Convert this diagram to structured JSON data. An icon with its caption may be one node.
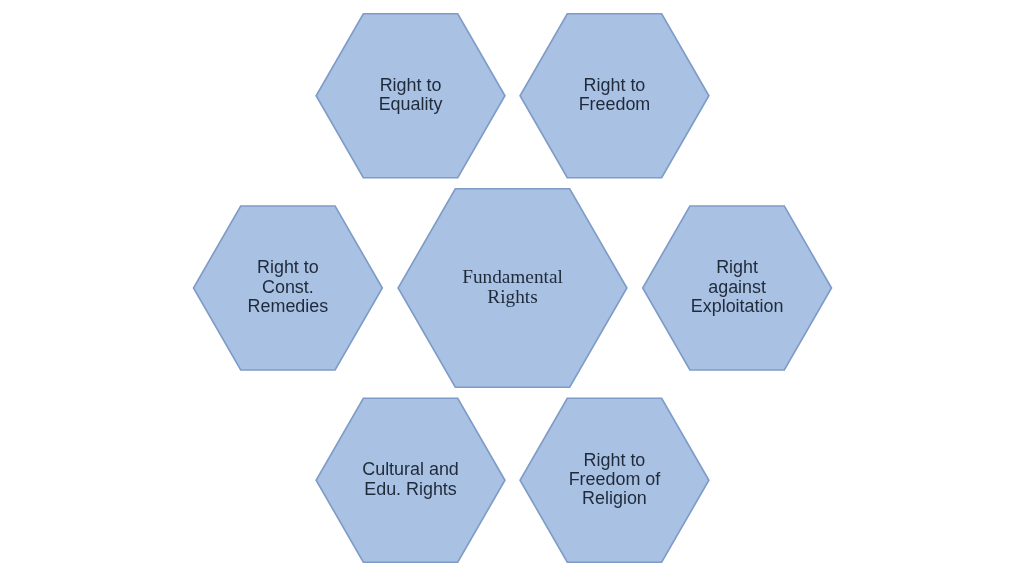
{
  "diagram": {
    "nodes": [
      {
        "text": [
          "Right to Equality"
        ]
      },
      {
        "text": [
          "Right to Freedom"
        ]
      },
      {
        "text": [
          "Right to Const. Remedies"
        ]
      },
      {
        "text": [
          "Fundamental Rights"
        ]
      },
      {
        "text": [
          "Right against Exploitation"
        ]
      },
      {
        "text": [
          "Cultural and Edu. Rights"
        ]
      },
      {
        "text": [
          "Right to Freedom of Religion"
        ]
      }
    ]
  }
}
